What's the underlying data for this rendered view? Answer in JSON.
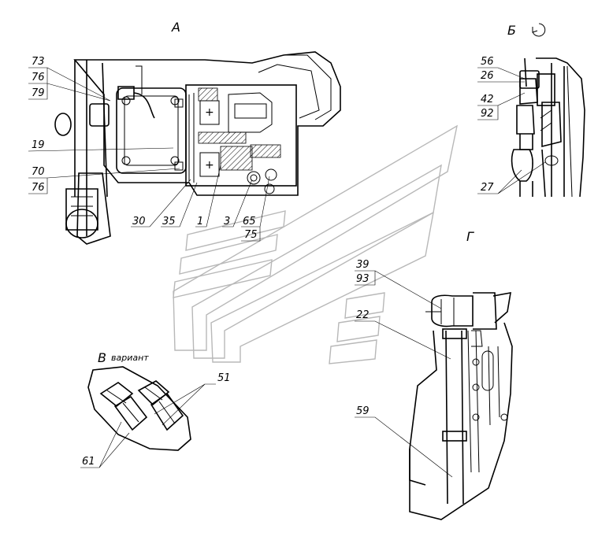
{
  "views": {
    "a": "А",
    "b": "Б",
    "g": "Г",
    "v": "В",
    "v_note": "вариант"
  },
  "callouts": {
    "c73": "73",
    "c76a": "76",
    "c79": "79",
    "c19": "19",
    "c70": "70",
    "c76b": "76",
    "c30": "30",
    "c35": "35",
    "c1": "1",
    "c3": "3",
    "c65": "65",
    "c75": "75",
    "c56": "56",
    "c26": "26",
    "c42": "42",
    "c92": "92",
    "c27": "27",
    "c39": "39",
    "c93": "93",
    "c22": "22",
    "c59": "59",
    "c51": "51",
    "c61": "61"
  }
}
